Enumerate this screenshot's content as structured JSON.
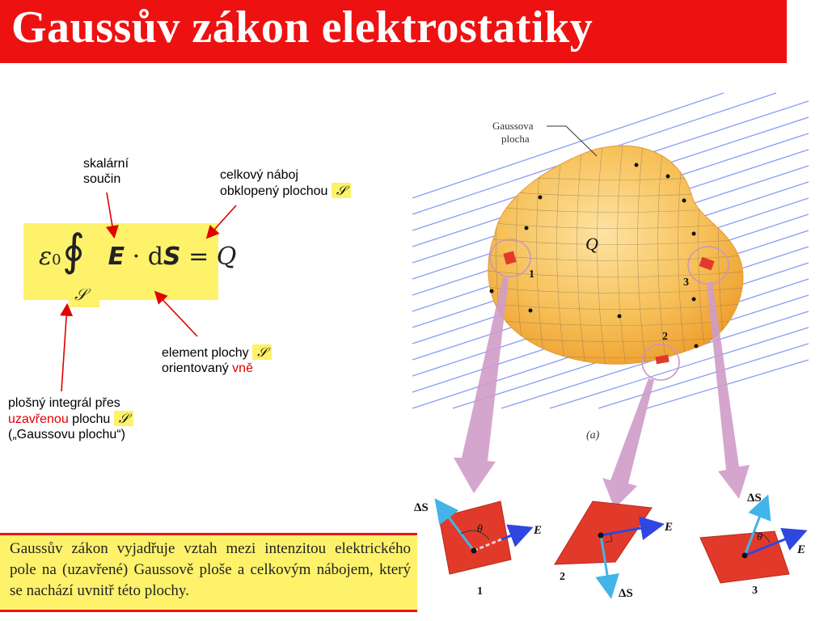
{
  "title": "Gaussův zákon elektrostatiky",
  "formula": {
    "epsilon": "ε",
    "epsilon_sub": "0",
    "integral": "∮",
    "surface_symbol": "𝒮",
    "E": "E",
    "dot": "·",
    "d": "d",
    "S": "S",
    "equals": "=",
    "Q": "Q"
  },
  "annotations": {
    "scalar_line1": "skalární",
    "scalar_line2": "součin",
    "charge_line1": "celkový náboj",
    "charge_line2": "obklopený plochou",
    "element_line1": "element plochy",
    "element_line2_prefix": "orientovaný",
    "element_line2_red": "vně",
    "integral_line1": "plošný integrál přes",
    "integral_line2_red": "uzavřenou",
    "integral_line2_rest": "plochu",
    "integral_line3": "(„Gaussovu plochu“)",
    "surface_symbol": "𝒮"
  },
  "figure": {
    "gauss_label_line1": "Gaussova",
    "gauss_label_line2": "plocha",
    "charge": "Q",
    "caption": "(a)",
    "point_1": "1",
    "point_2": "2",
    "point_3": "3",
    "delta_s": "ΔS",
    "e_label": "E",
    "theta": "θ"
  },
  "description": "Gaussův zákon vyjadřuje vztah mezi intenzitou elektrického pole na (uzavřené) Gaussově ploše a celkovým nábojem, který se nachází uvnitř této plochy.",
  "colors": {
    "title_bg": "#ee1111",
    "highlight": "#fdf26a",
    "accent_red": "#e00000",
    "field_lines": "#8a9cf0",
    "surface": "#f7c15a",
    "patch": "#e23a2a",
    "normal_vector": "#43b4e8",
    "field_vector": "#2f46e0",
    "callout_arrow": "#cf9cc8"
  }
}
